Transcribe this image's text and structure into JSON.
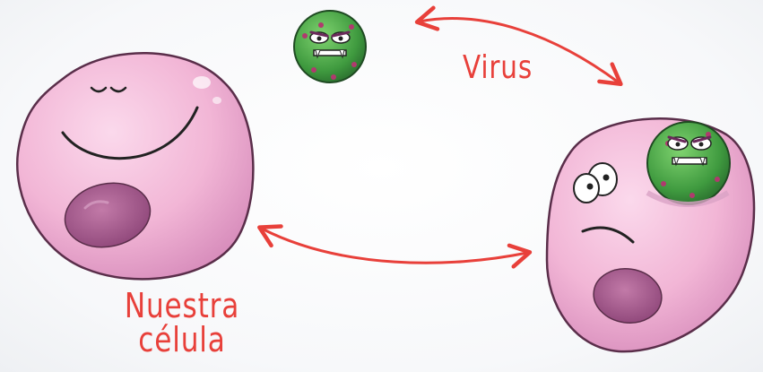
{
  "labels": {
    "virus": "Virus",
    "cell_line1": "Nuestra",
    "cell_line2": "célula"
  },
  "colors": {
    "label_red": "#e8403a",
    "cell_pink": "#f2b6d6",
    "nucleus_purple": "#a65a8f",
    "virus_green": "#3f9a3f",
    "virus_spots": "#b03a6e"
  },
  "icons": {
    "healthy_cell": "smiling-cell-icon",
    "infected_cell": "worried-cell-icon",
    "virus": "virus-icon",
    "arrows": "double-arrow-icon"
  }
}
